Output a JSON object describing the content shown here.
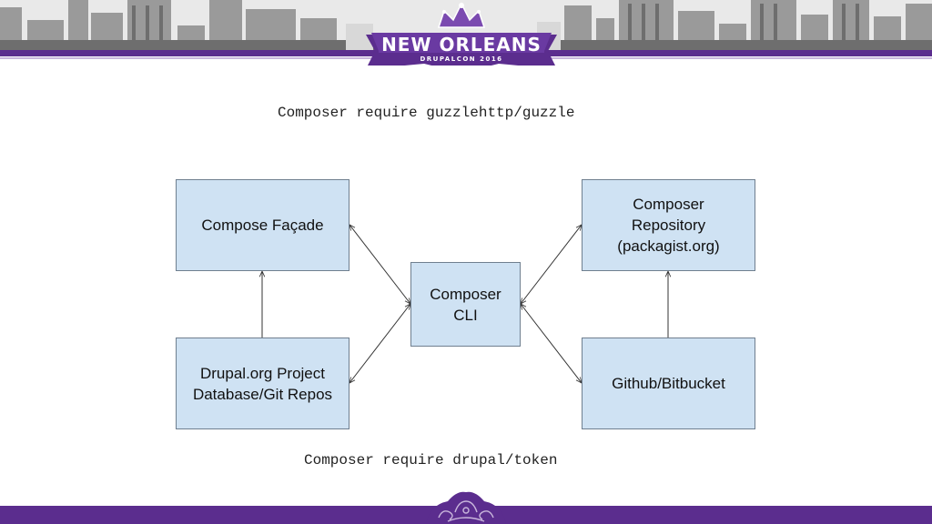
{
  "header": {
    "banner_title": "NEW ORLEANS",
    "banner_subtitle": "DRUPALCON 2016"
  },
  "captions": {
    "top_command": "Composer require guzzlehttp/guzzle",
    "bottom_command": "Composer require drupal/token"
  },
  "diagram": {
    "nodes": {
      "facade": "Compose Façade",
      "drupal": "Drupal.org Project\nDatabase/Git Repos",
      "cli": "Composer\nCLI",
      "repo": "Composer\nRepository\n(packagist.org)",
      "github": "Github/Bitbucket"
    }
  },
  "colors": {
    "brand_purple": "#5b2d8e",
    "node_fill": "#cfe2f3"
  }
}
